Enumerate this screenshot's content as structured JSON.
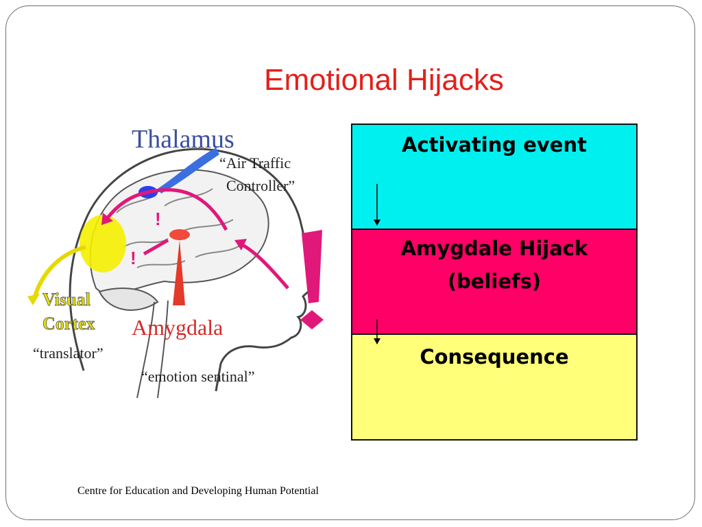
{
  "slide": {
    "title": "Emotional Hijacks",
    "footer": "Centre for Education and Developing Human Potential"
  },
  "illustration": {
    "labels": {
      "thalamus": "Thalamus",
      "thalamus_caption_1": "“Air Traffic",
      "thalamus_caption_2": "Controller”",
      "visual_1": "Visual",
      "visual_2": "Cortex",
      "visual_caption": "“translator”",
      "amygdala": "Amygdala",
      "amygdala_caption": "“emotion sentinal”"
    },
    "colors": {
      "thalamus_text": "#3b4fa0",
      "amygdala_text": "#d62a2a",
      "arrow_magenta": "#e0187a",
      "visual_yellow": "#f5f000",
      "exclamation": "#e0187a"
    }
  },
  "flow": {
    "activating": "Activating event",
    "amygdale_line1": "Amygdale Hijack",
    "amygdale_line2": "(beliefs)",
    "consequence": "Consequence",
    "colors": {
      "activating": "#00f0f0",
      "amygdale": "#ff0066",
      "consequence": "#ffff7a"
    }
  }
}
